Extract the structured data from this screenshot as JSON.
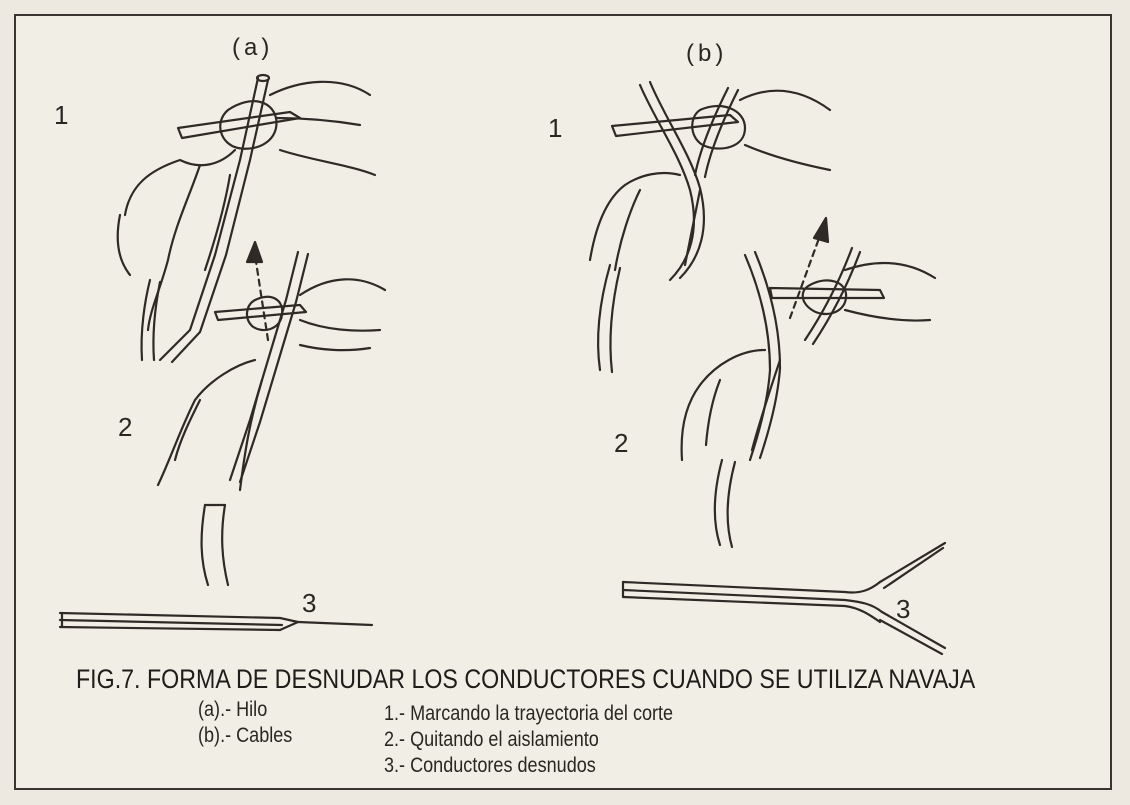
{
  "figure": {
    "panel_a": "(a)",
    "panel_b": "(b)",
    "step_numbers": {
      "a1": "1",
      "a2": "2",
      "a3": "3",
      "b1": "1",
      "b2": "2",
      "b3": "3"
    },
    "caption": "FIG.7. FORMA DE DESNUDAR LOS CONDUCTORES CUANDO SE UTILIZA NAVAJA",
    "legend_left": [
      "(a).- Hilo",
      "(b).- Cables"
    ],
    "legend_right": [
      "1.- Marcando la trayectoria del corte",
      "2.- Quitando el aislamiento",
      "3.- Conductores desnudos"
    ]
  }
}
